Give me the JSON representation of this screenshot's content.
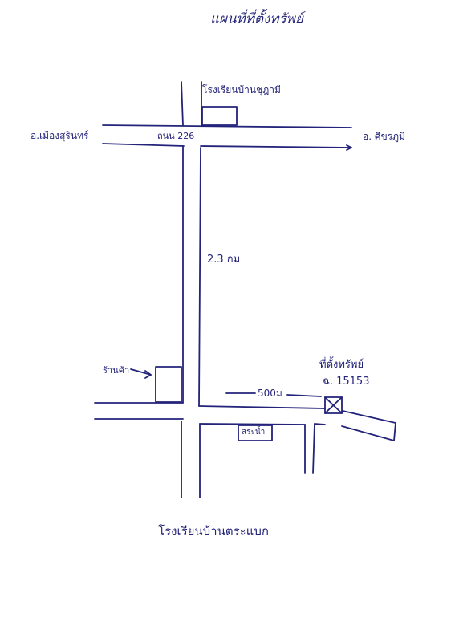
{
  "map": {
    "title": "แผนที่ที่ตั้งทรัพย์",
    "road_name": "ถนน 226",
    "label_west": "อ.เมืองสุรินทร์",
    "label_east": "อ. ศีขรภูมิ",
    "school_north": "โรงเรียนบ้านชุฎามี",
    "distance_vertical": "2.3 กม",
    "distance_horizontal": "500ม",
    "shop_label": "ร้านค้า",
    "pond_label": "สระน้ำ",
    "property_label": "ที่ตั้งทรัพย์",
    "property_number": "ฉ. 15153",
    "school_south": "โรงเรียนบ้านตระแบก",
    "ink_color": "#23237a"
  }
}
